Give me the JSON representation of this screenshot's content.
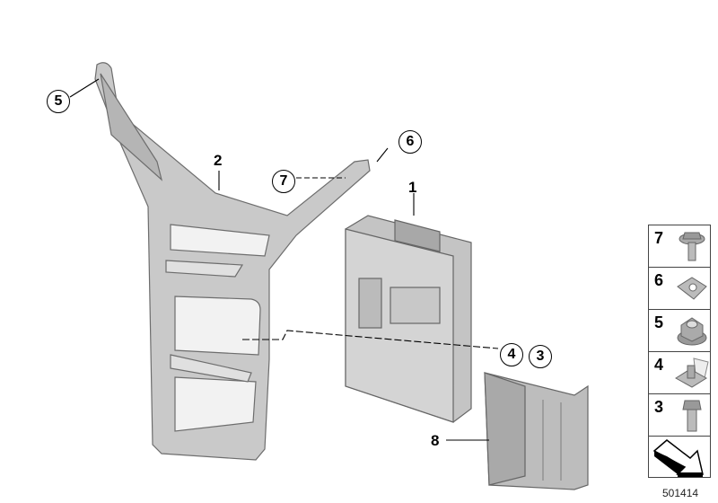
{
  "callouts": {
    "c1": "1",
    "c2": "2",
    "c3": "3",
    "c4": "4",
    "c5": "5",
    "c6": "6",
    "c7": "7",
    "c8": "8"
  },
  "legend": [
    {
      "num": "7",
      "icon": "bolt-with-washer-icon"
    },
    {
      "num": "6",
      "icon": "clip-nut-icon"
    },
    {
      "num": "5",
      "icon": "flange-nut-icon"
    },
    {
      "num": "4",
      "icon": "speed-nut-icon"
    },
    {
      "num": "3",
      "icon": "hex-bolt-icon"
    },
    {
      "num": "",
      "icon": "direction-arrow-icon"
    }
  ],
  "diagram_number": "501414"
}
